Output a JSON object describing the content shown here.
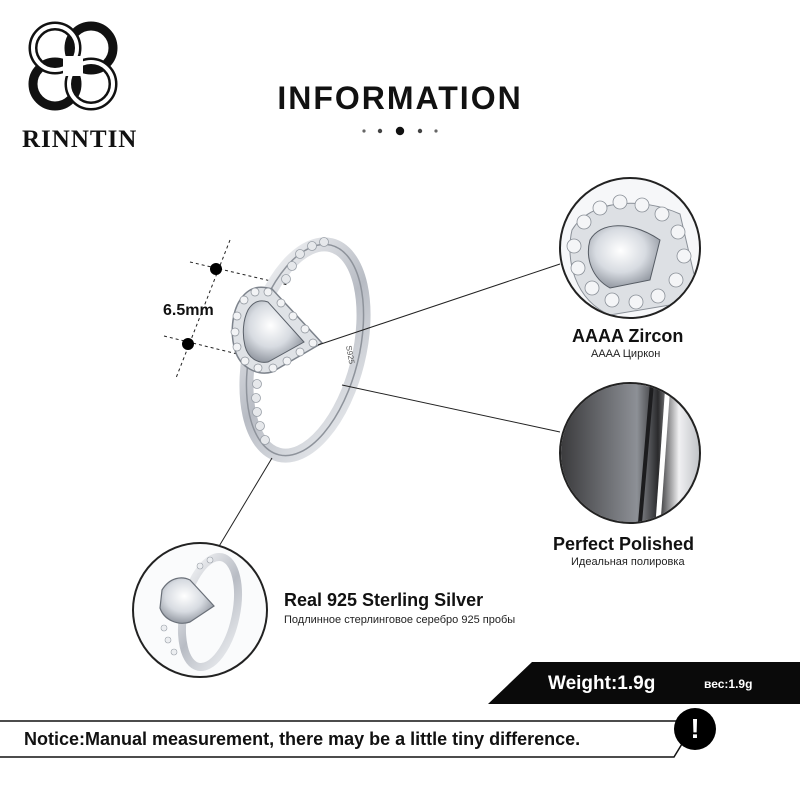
{
  "brand": {
    "name": "RINNTIN",
    "logo_icon": "quatrefoil-knot-logo"
  },
  "header": {
    "title": "INFORMATION"
  },
  "product": {
    "measurement": "6.5mm",
    "features": [
      {
        "title": "AAAA Zircon",
        "subtitle": "AAAA Циркон",
        "icon": "zircon-closeup"
      },
      {
        "title": "Perfect  Polished",
        "subtitle": "Идеальная полировка",
        "icon": "polished-band-closeup"
      },
      {
        "title": "Real 925  Sterling  Silver",
        "subtitle": "Подлинное стерлинговое серебро 925 пробы",
        "icon": "ring-thumbnail"
      }
    ],
    "stamp": "S925"
  },
  "weight": {
    "label": "Weight:1.9g",
    "label_ru": "вес:1.9g"
  },
  "notice": {
    "text": "Notice:Manual measurement, there may be a little tiny difference.",
    "icon": "exclamation-icon"
  },
  "colors": {
    "banner": "#0a0a0a",
    "text": "#111111",
    "silver": "#c9ccd2"
  }
}
